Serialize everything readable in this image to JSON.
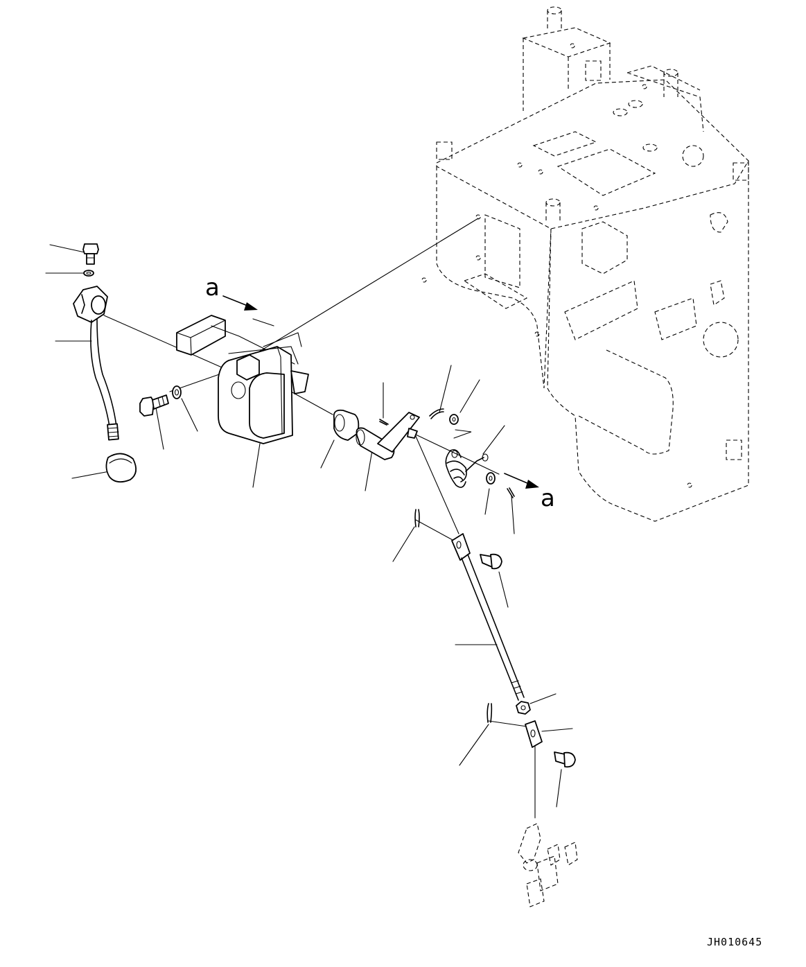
{
  "view_arrows": {
    "start_label": "a",
    "end_label": "a"
  },
  "drawing_code": "JH010645"
}
